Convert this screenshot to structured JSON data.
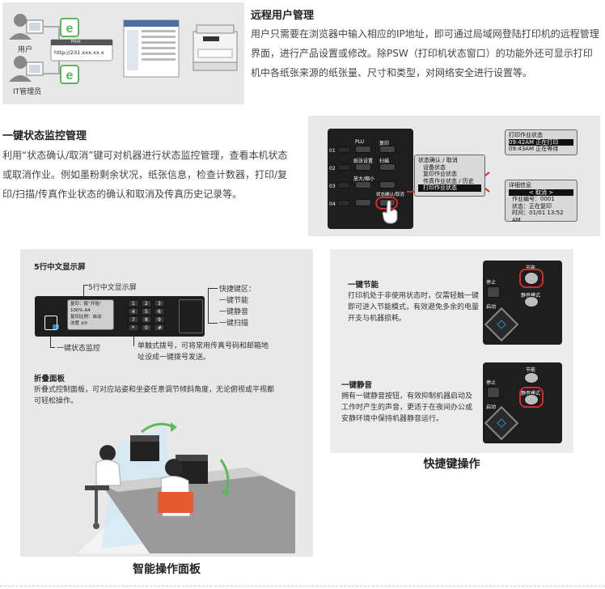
{
  "remote": {
    "title": "远程用户管理",
    "body": "用户只需要在浏览器中输入相应的IP地址，即可通过局域网登陆打印机的远程管理界面，进行产品设置或修改。除PSW（打印机状态窗口）的功能外还可显示打印机中各纸张来源的纸张量、尺寸和类型，对网络安全进行设置等。",
    "illus": {
      "user_label": "用户",
      "admin_label": "IT管理员",
      "url": "http://231.xxx.xx.x",
      "mini_title": "Print"
    }
  },
  "status": {
    "title": "一键状态监控管理",
    "body": "利用“状态确认/取消”键可对机器进行状态监控管理，查看本机状态或取消作业。例如墨粉剩余状况，纸张信息，检查计数器，打印/复印/扫描/传真作业状态的确认和取消及传真历史记录等。",
    "illus": {
      "btn_labels": [
        "PLU",
        "复印",
        "纸张设置",
        "扫描",
        "放大/缩小",
        "状态确认/取消"
      ],
      "row_nums": [
        "01",
        "02",
        "03",
        "04"
      ],
      "menu_lines": [
        "状态确认 / 取消",
        "设备状态",
        "复印作业状态",
        "传真作业状态 / 历史",
        "打印作业状态"
      ],
      "job_lines": [
        "打印作业状态",
        "09:42AM 正在打印",
        "09:43AM 正在等待"
      ],
      "detail_lines": [
        "详细信息",
        "< 取消 >",
        "作业编号：0001",
        "状态：正在复印",
        "时间：01/01 13:52 AM"
      ]
    }
  },
  "smart": {
    "caption": "智能操作面板",
    "panel_title": "5行中文显示屏",
    "lcd_callout": "5行中文显示屏",
    "hotkey_title": "快捷键区：",
    "hotkeys": [
      "一键节能",
      "一键静音",
      "一键扫描"
    ],
    "status_callout": "一键状态监控",
    "dial_callout": "单触式拨号，可将常用传真号码和邮箱地址设成一键拨号发送。",
    "fold_title": "折叠面板",
    "fold_body": "折叠式控制面板，可对应站姿和坐姿任意调节倾斜角度，无论俯视或平视都可轻松操作。",
    "keypad": [
      "1",
      "2",
      "3",
      "4",
      "5",
      "6",
      "7",
      "8",
      "9",
      "*",
      "0",
      "#"
    ],
    "lcd_lines": [
      "复印：按“开始”",
      "100%  A4",
      "复印比例：自动",
      "浓度  ±0"
    ]
  },
  "hotkey": {
    "caption": "快捷键操作",
    "eco_title": "一键节能",
    "eco_body": "打印机处于非使用状态时，仅需轻触一键即可进入节能模式，有效避免多余的电量开支与机器损耗。",
    "quiet_title": "一键静音",
    "quiet_body": "拥有一键静音按钮，有效抑制机器启动及工作时产生的声音，更适于在夜间办公或安静环境中保持机器静音运行。",
    "panel_labels": {
      "eco": "节能",
      "stop": "停止",
      "start": "启动",
      "quiet": "静音模式"
    }
  },
  "colors": {
    "panel_bg": "#e8e8e8",
    "device_dark": "#1e1e1e",
    "highlight_red": "#d9272e",
    "accent_green": "#5cb85c",
    "start_blue": "#2a8ec8"
  }
}
